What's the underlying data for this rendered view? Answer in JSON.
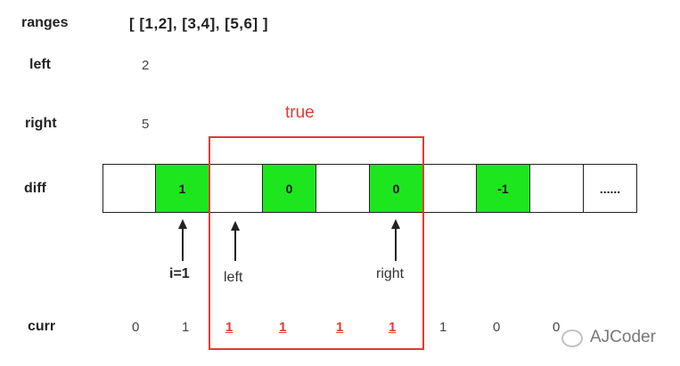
{
  "labels": {
    "ranges": "ranges",
    "left": "left",
    "right": "right",
    "diff": "diff",
    "curr": "curr"
  },
  "values": {
    "ranges": "[ [1,2], [3,4], [5,6] ]",
    "left": "2",
    "right": "5"
  },
  "highlight_label": "true",
  "diff_cells": [
    {
      "text": "",
      "green": false
    },
    {
      "text": "1",
      "green": true
    },
    {
      "text": "",
      "green": false
    },
    {
      "text": "0",
      "green": true
    },
    {
      "text": "",
      "green": false
    },
    {
      "text": "0",
      "green": true
    },
    {
      "text": "",
      "green": false
    },
    {
      "text": "-1",
      "green": true
    },
    {
      "text": "",
      "green": false
    },
    {
      "text": "......",
      "green": false
    }
  ],
  "pointers": {
    "i": "i=1",
    "left": "left",
    "right": "right"
  },
  "curr_values": [
    {
      "text": "0",
      "red": false
    },
    {
      "text": "1",
      "red": false
    },
    {
      "text": "1",
      "red": true
    },
    {
      "text": "1",
      "red": true
    },
    {
      "text": "1",
      "red": true
    },
    {
      "text": "1",
      "red": true
    },
    {
      "text": "1",
      "red": false
    },
    {
      "text": "0",
      "red": false
    },
    {
      "text": "0",
      "red": false
    }
  ],
  "watermark": "AJCoder",
  "colors": {
    "cell_highlight": "#1ee61e",
    "accent": "#e53935"
  }
}
